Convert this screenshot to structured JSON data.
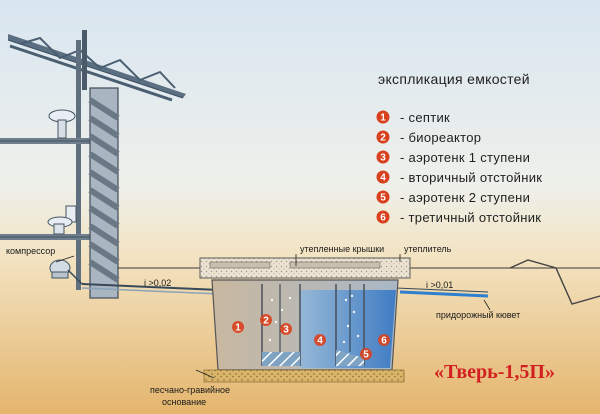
{
  "legend": {
    "title": "экспликация емкостей",
    "items": [
      {
        "num": "1",
        "text": "-  септик"
      },
      {
        "num": "2",
        "text": "-  биореактор"
      },
      {
        "num": "3",
        "text": "-  аэротенк 1 ступени"
      },
      {
        "num": "4",
        "text": "-  вторичный отстойник"
      },
      {
        "num": "5",
        "text": "-  аэротенк 2 ступени"
      },
      {
        "num": "6",
        "text": "-  третичный отстойник"
      }
    ]
  },
  "labels": {
    "compressor": "компрессор",
    "insulated_covers": "утепленные крышки",
    "insulation": "утеплитель",
    "slope_left": "i >0,02",
    "slope_right": "i >0,01",
    "roadside_ditch": "придорожный кювет",
    "base_line1": "песчано-гравийное",
    "base_line2": "основание"
  },
  "tank_markers": [
    "1",
    "2",
    "3",
    "4",
    "5",
    "6"
  ],
  "model_name": "«Тверь-1,5П»",
  "colors": {
    "badge": "#d9411e",
    "model": "#d21f1f",
    "water": "#2f7fd0",
    "sky_top": "#dde8f2",
    "ground": "#e2b36a"
  }
}
